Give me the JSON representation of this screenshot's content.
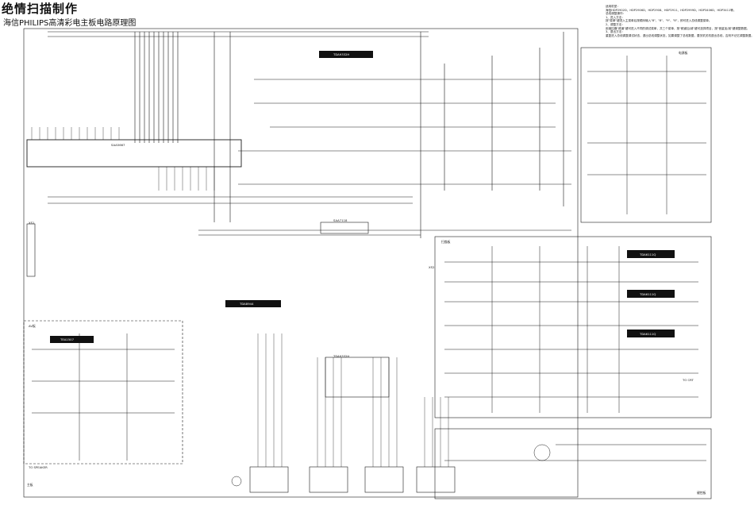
{
  "title": "绝情扫描制作",
  "subtitle": "海信PHILIPS高清彩电主板电路原理图",
  "notes": [
    "适用机型：",
    "海信HDP2902D、HDP2906D、HDP2908、HDP2911、HDP2999D、HDP3406D、HDP3411等。",
    "总线调整操作：",
    "1、进入方法：",
    "按\"菜单\"键进入主菜单后按顺序输入\"8\"、\"8\"、\"9\"、\"8\"，即可进入总线调整菜单。",
    "2、调整方法：",
    "用遥控器\"频道\"键可进入不同的调试菜单，共三个菜单，按\"频道加/减\"键可选择项目，按\"音量加/减\"键调整数据。",
    "3、退出方法：",
    "重复进入总线调整调试状态，退出总线调整状态，如果调整了总线数据，要关机关机退出总线，否则不记忆调整数据。"
  ],
  "panel_labels": {
    "main_board": "主板",
    "power_board": "电源板",
    "scan_board": "扫描板",
    "av_board": "AV板",
    "key_board": "键控板"
  },
  "ic_labels": {
    "tuner": "TDA9332H",
    "vdec": "SAA7118",
    "audio_amp": "TDA8944",
    "mcu": "SAA5667",
    "pwm": "TEA1507",
    "rgb1": "TDA6111Q",
    "rgb2": "TDA6111Q",
    "rgb3": "TDA6111Q"
  },
  "connectors": {
    "xs1": "XS1",
    "xs2": "XS2",
    "to_crt": "TO CRT",
    "to_speaker": "TO SPEAKER"
  }
}
